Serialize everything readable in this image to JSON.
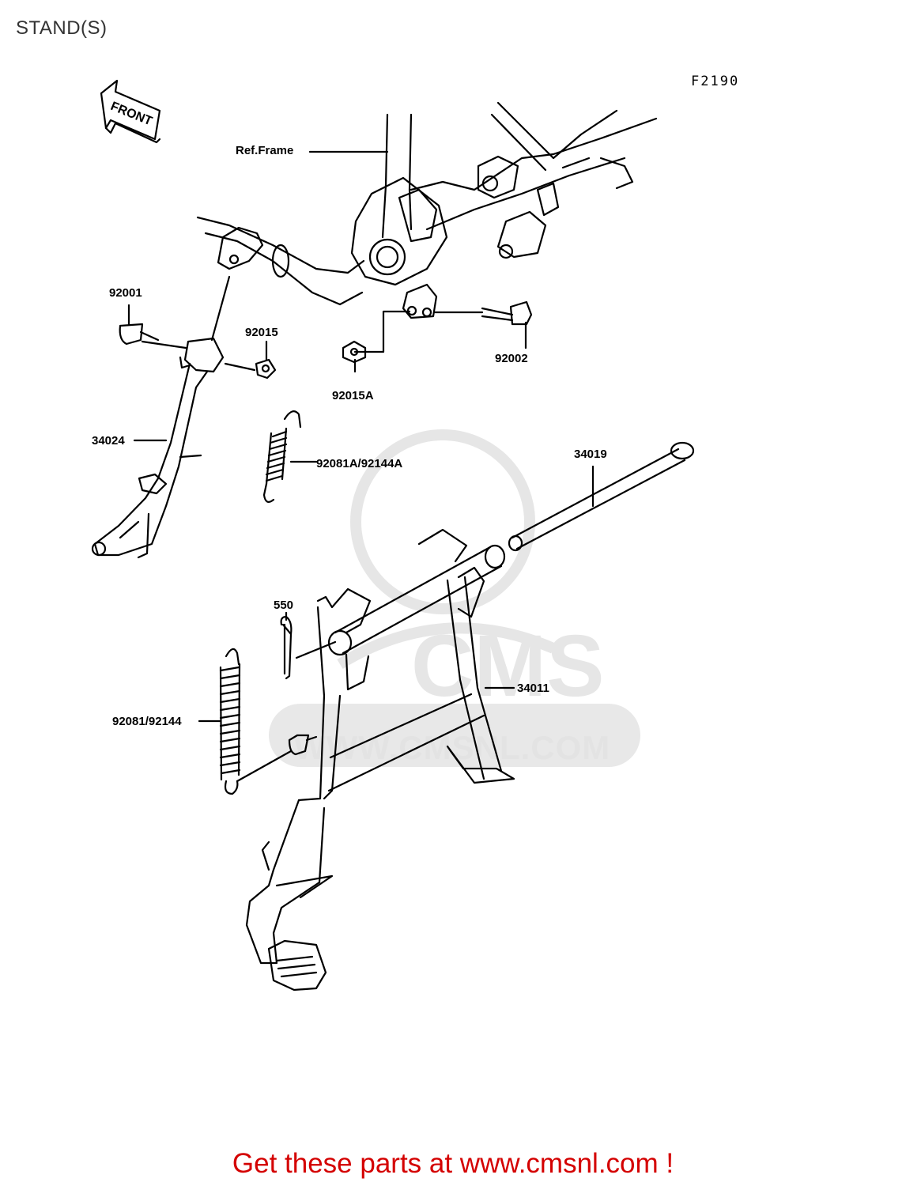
{
  "page_title": "STAND(S)",
  "figure_code": "F2190",
  "front_arrow": "FRONT",
  "watermark": {
    "logo_text": "CMS",
    "url_text": "WWW.CMSNL.COM"
  },
  "labels": {
    "ref_frame": "Ref.Frame",
    "p92001": "92001",
    "p92015": "92015",
    "p92015A": "92015A",
    "p92002": "92002",
    "p34024": "34024",
    "p92081A": "92081A/92144A",
    "p34019": "34019",
    "p550": "550",
    "p34011": "34011",
    "p92081": "92081/92144"
  },
  "footer": {
    "text": "Get these parts at www.cmsnl.com !"
  },
  "colors": {
    "footer_red": "#d40000",
    "line": "#000000",
    "watermark": "#e3e3e3"
  }
}
